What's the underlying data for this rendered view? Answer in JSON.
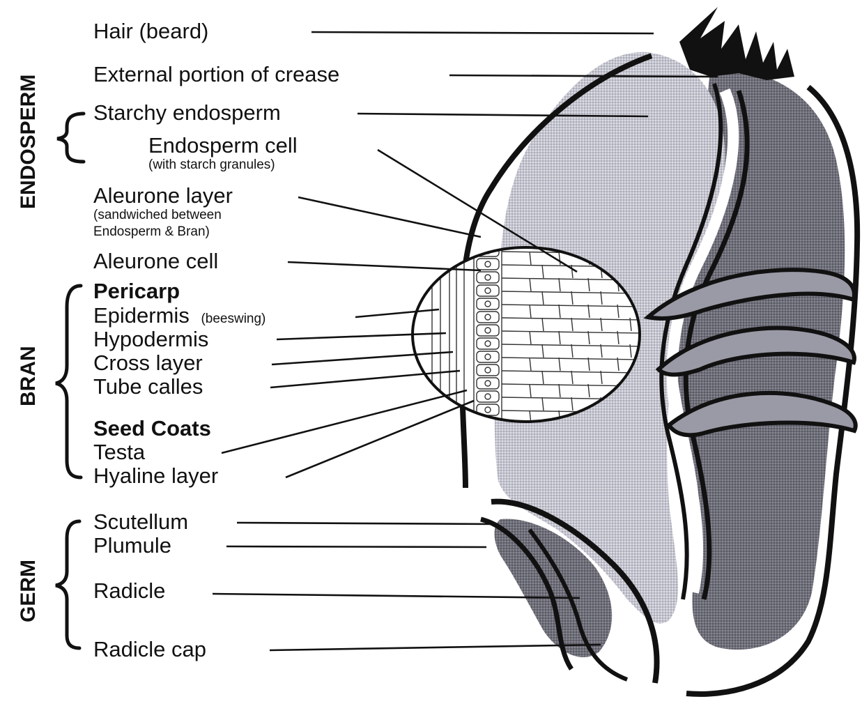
{
  "sections": {
    "endosperm": "ENDOSPERM",
    "bran": "BRAN",
    "germ": "GERM"
  },
  "labels": {
    "hair": "Hair (beard)",
    "crease": "External portion of crease",
    "starchy": "Starchy endosperm",
    "endo_cell": "Endosperm cell",
    "endo_cell_note": "(with starch granules)",
    "aleurone_layer": "Aleurone layer",
    "aleurone_note_1": "(sandwiched between",
    "aleurone_note_2": "Endosperm & Bran)",
    "aleurone_cell": "Aleurone cell",
    "pericarp": "Pericarp",
    "epidermis": "Epidermis",
    "epidermis_note": "(beeswing)",
    "hypodermis": "Hypodermis",
    "cross_layer": "Cross layer",
    "tube": "Tube calles",
    "seed_coats": "Seed Coats",
    "testa": "Testa",
    "hyaline": "Hyaline layer",
    "scutellum": "Scutellum",
    "plumule": "Plumule",
    "radicle": "Radicle",
    "radicle_cap": "Radicle cap"
  },
  "colors": {
    "endosperm_fill": "#c9c9d3",
    "bran_fill": "#6d6d78",
    "germ_fill": "#737380",
    "outline": "#111111"
  }
}
